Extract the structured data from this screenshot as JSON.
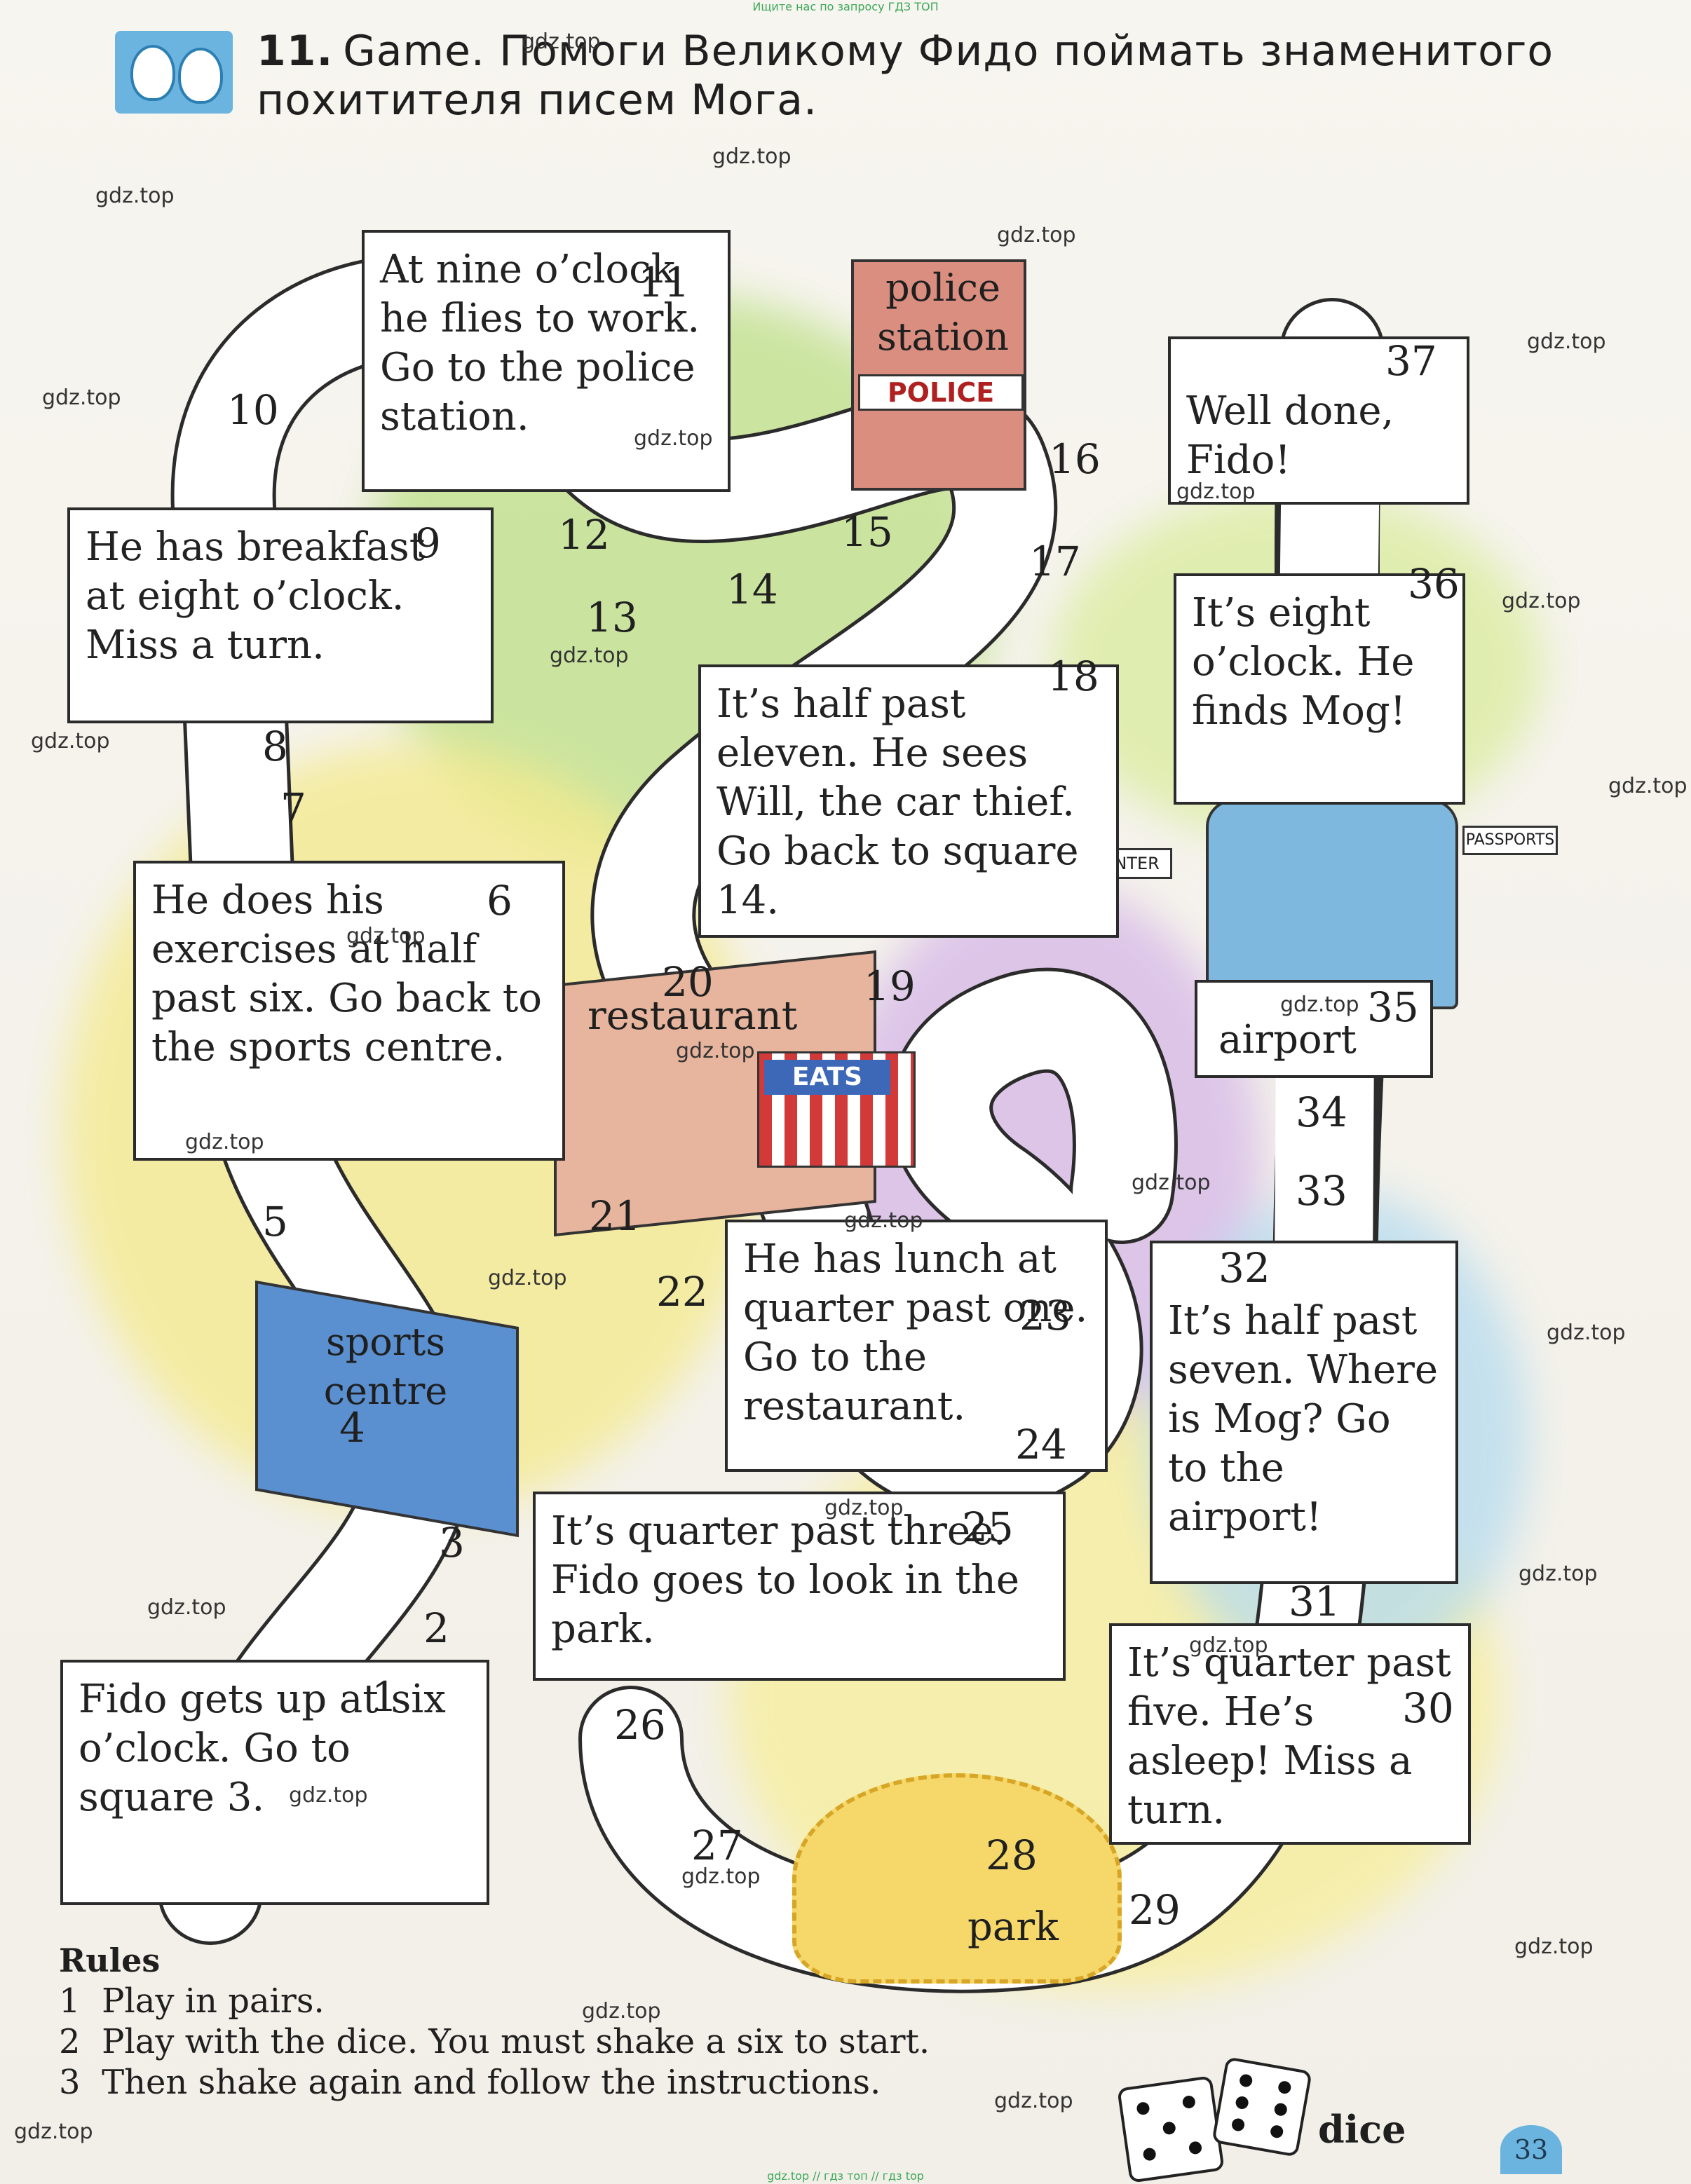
{
  "banner_top": "Ищите нас по запросу ГДЗ ТОП",
  "banner_bottom": "gdz.top // гдз топ // гдз top",
  "exercise_number": "11.",
  "exercise_title": "Game. Помоги Великому Фидо поймать знаменитого похитителя писем Мога.",
  "watermark": "gdz.top",
  "boxes": {
    "square_1": "Fido gets up at six o’clock. Go to square 3.",
    "square_6": "He does his exercises at half past six. Go back to the sports centre.",
    "square_9": "He has breakfast at eight o’clock. Miss a turn.",
    "square_11": "At nine o’clock he flies to work. Go to the police station.",
    "square_18": "It’s half past eleven. He sees Will, the car thief. Go back to square 14.",
    "square_23": "He has lunch at quarter past one. Go to the restaurant.",
    "square_25": "It’s quarter past three. Fido goes to look in the park.",
    "square_30": "It’s quarter past five. He’s asleep! Miss a turn.",
    "square_32": "It’s half past seven. Where is Mog? Go to the airport!",
    "square_36": "It’s eight o’clock. He finds Mog!",
    "square_37": "Well done, Fido!"
  },
  "places": {
    "police_station": "police station",
    "police_sign": "POLICE",
    "restaurant": "restaurant",
    "eats_sign": "EATS",
    "sports_centre": "sports centre",
    "airport": "airport",
    "park": "park",
    "enter_sign": "ENTER",
    "passports_sign": "PASSPORTS",
    "dice": "dice"
  },
  "square_numbers": [
    "1",
    "2",
    "3",
    "4",
    "5",
    "6",
    "7",
    "8",
    "9",
    "10",
    "11",
    "12",
    "13",
    "14",
    "15",
    "16",
    "17",
    "18",
    "19",
    "20",
    "21",
    "22",
    "23",
    "24",
    "25",
    "26",
    "27",
    "28",
    "29",
    "30",
    "31",
    "32",
    "33",
    "34",
    "35",
    "36",
    "37"
  ],
  "rules": {
    "title": "Rules",
    "items": [
      {
        "n": "1",
        "text": "Play in pairs."
      },
      {
        "n": "2",
        "text": "Play with the dice. You must shake a six to start."
      },
      {
        "n": "3",
        "text": "Then shake again and follow the instructions."
      }
    ]
  },
  "page_number": "33"
}
